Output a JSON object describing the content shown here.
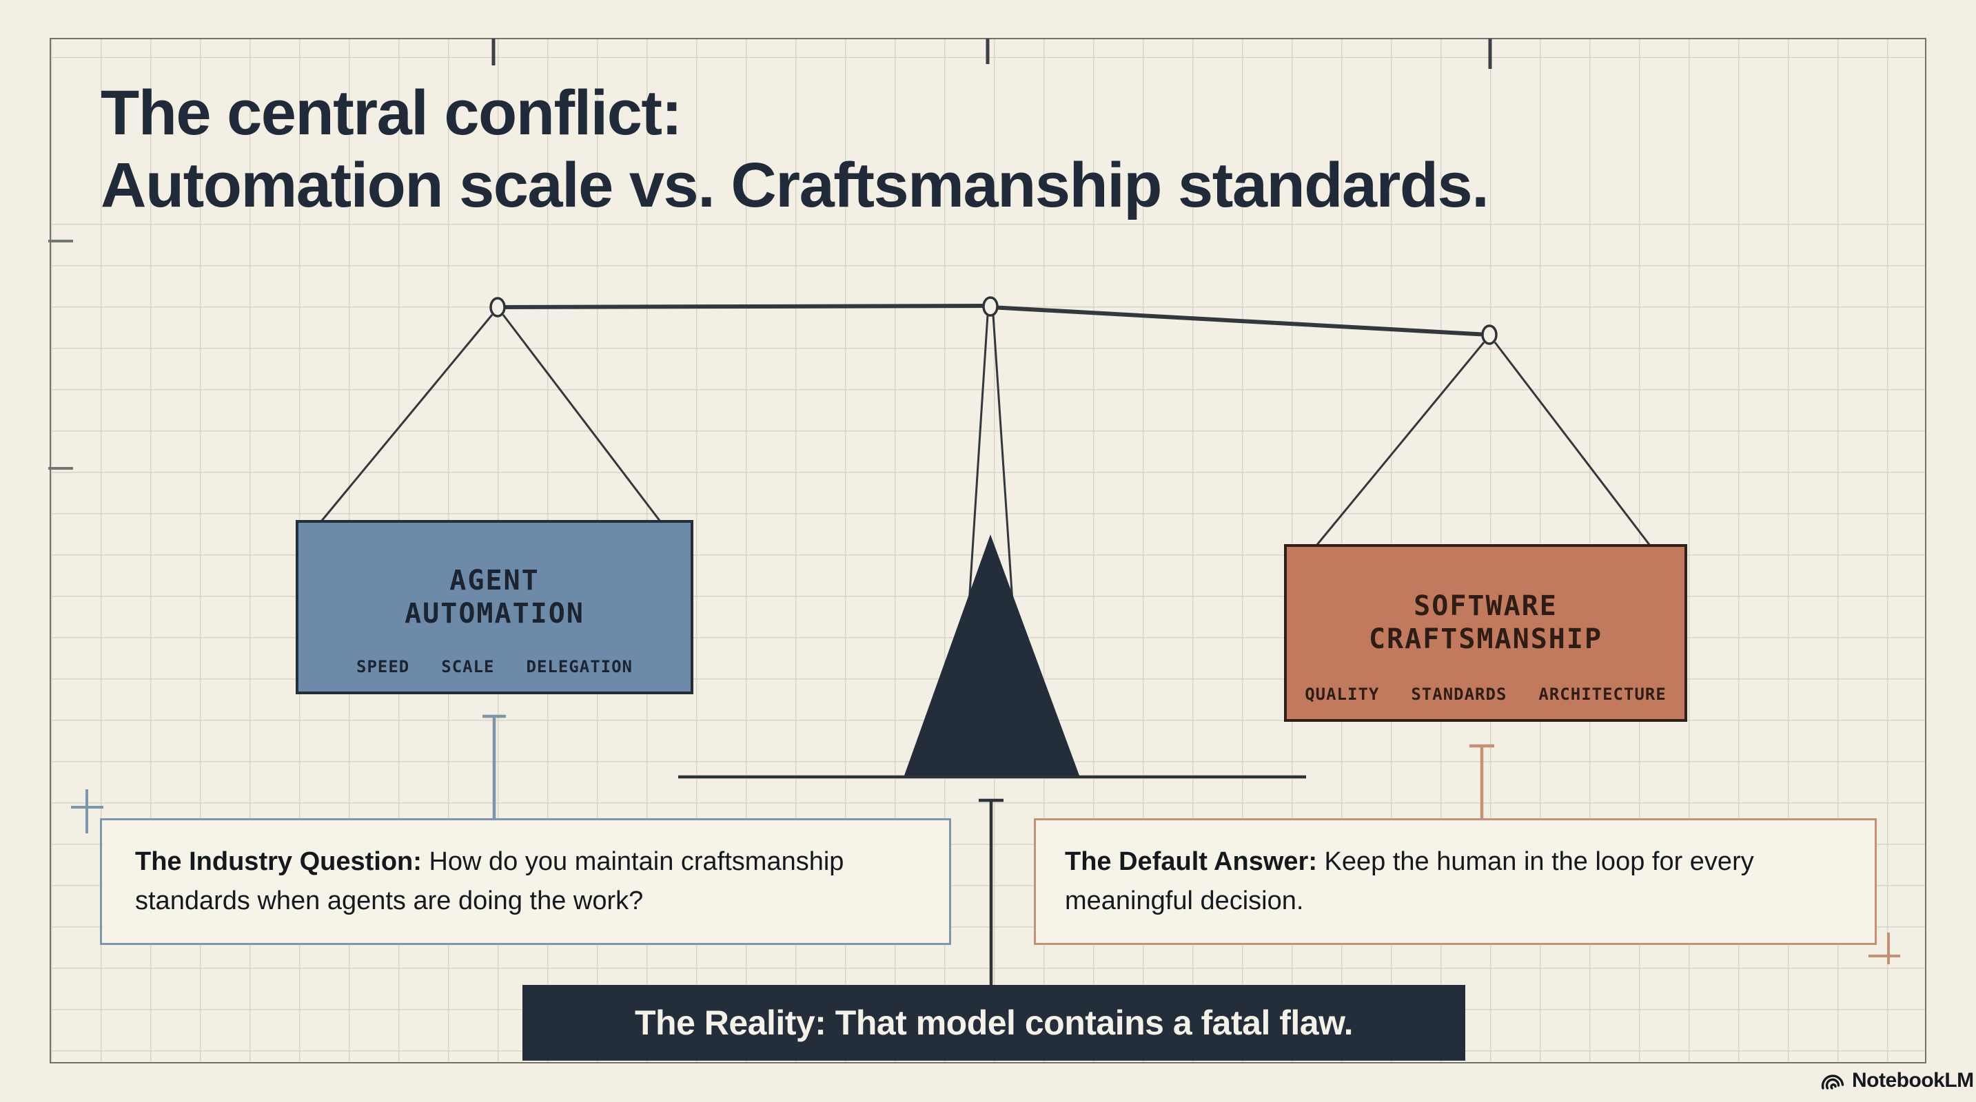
{
  "title": {
    "line1": "The central conflict:",
    "line2": "Automation scale vs. Craftsmanship standards."
  },
  "scale": {
    "left_pan": {
      "title_line1": "AGENT",
      "title_line2": "AUTOMATION",
      "tags": [
        "SPEED",
        "SCALE",
        "DELEGATION"
      ],
      "fill_color": "#6d8ba9"
    },
    "right_pan": {
      "title_line1": "SOFTWARE",
      "title_line2": "CRAFTSMANSHIP",
      "tags": [
        "QUALITY",
        "STANDARDS",
        "ARCHITECTURE"
      ],
      "fill_color": "#c27a5e"
    }
  },
  "callouts": {
    "industry_question": {
      "label": "The Industry Question:",
      "text": " How do you maintain craftsmanship standards when agents are doing the work?",
      "accent_color": "#7e96a9"
    },
    "default_answer": {
      "label": "The Default Answer:",
      "text": " Keep the human in the loop for every meaningful decision.",
      "accent_color": "#c49078"
    }
  },
  "reality_banner": {
    "text": "The Reality: That model contains a fatal flaw.",
    "background_color": "#242d3a"
  },
  "footer": {
    "brand": "NotebookLM"
  },
  "colors": {
    "page_background": "#f3efe4",
    "grid_line": "#d8d4c8",
    "ink": "#202a38",
    "line_ink": "#33383e"
  }
}
